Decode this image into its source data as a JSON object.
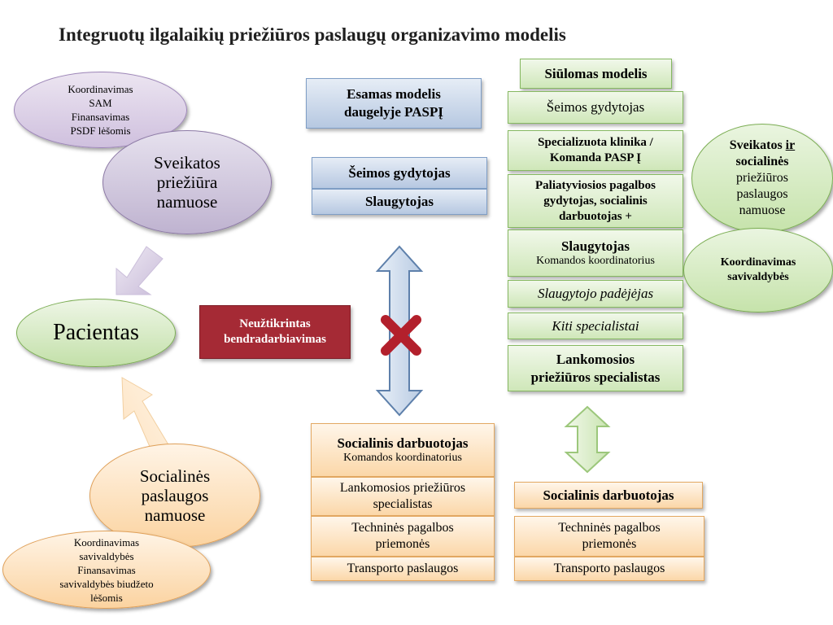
{
  "title": "Integruotų ilgalaikių priežiūros paslaugų organizavimo modelis",
  "left": {
    "coord_sam": [
      "Koordinavimas",
      "SAM",
      "Finansavimas",
      "PSDF lėšomis"
    ],
    "health_home": [
      "Sveikatos",
      "priežiūra",
      "namuose"
    ],
    "patient": "Pacientas",
    "social_home": [
      "Socialinės",
      "paslaugos",
      "namuose"
    ],
    "coord_mun": [
      "Koordinavimas",
      "savivaldybės",
      "Finansavimas",
      "savivaldybės biudžeto",
      "lėšomis"
    ]
  },
  "not_ensured": [
    "Neužtikrintas",
    "bendradarbiavimas"
  ],
  "existing": {
    "header": [
      "Esamas modelis",
      "daugelyje PASPĮ"
    ],
    "family_doctor": "Šeimos gydytojas",
    "nurse": "Slaugytojas"
  },
  "social_left": {
    "worker": "Socialinis darbuotojas",
    "worker_sub": "Komandos  koordinatorius",
    "care_specialists": [
      "Lankomosios priežiūros",
      "specialistas"
    ],
    "aids": [
      "Techninės pagalbos",
      "priemonės"
    ],
    "transport": "Transporto paslaugos"
  },
  "proposed": {
    "header": "Siūlomas modelis",
    "family_doctor": "Šeimos gydytojas",
    "clinic": [
      "Specializuota klinika /",
      "Komanda PASP Į"
    ],
    "palliative": [
      "Paliatyviosios pagalbos",
      "gydytojas, socialinis",
      "darbuotojas +"
    ],
    "nurse": "Slaugytojas",
    "nurse_sub": "Komandos  koordinatorius",
    "nurse_assistant": "Slaugytojo padėjėjas",
    "other": "Kiti specialistai",
    "care_specialist": [
      "Lankomosios",
      "priežiūros specialistas"
    ]
  },
  "right_ellipses": {
    "health_social": {
      "pre": "Sveikatos ",
      "ir": "ir",
      "lines_bold": "socialinės",
      "lines": [
        "priežiūros",
        "paslaugos",
        "namuose"
      ]
    },
    "coord_mun": [
      "Koordinavimas",
      "savivaldybės"
    ]
  },
  "social_right": {
    "worker": "Socialinis darbuotojas",
    "aids": [
      "Techninės pagalbos",
      "priemonės"
    ],
    "transport": "Transporto paslaugos"
  },
  "colors": {
    "blue": "#b6c8e1",
    "green": "#cfe7b9",
    "orange": "#fbd7a8",
    "red": "#a52a35",
    "purple": "#cfc0de"
  }
}
